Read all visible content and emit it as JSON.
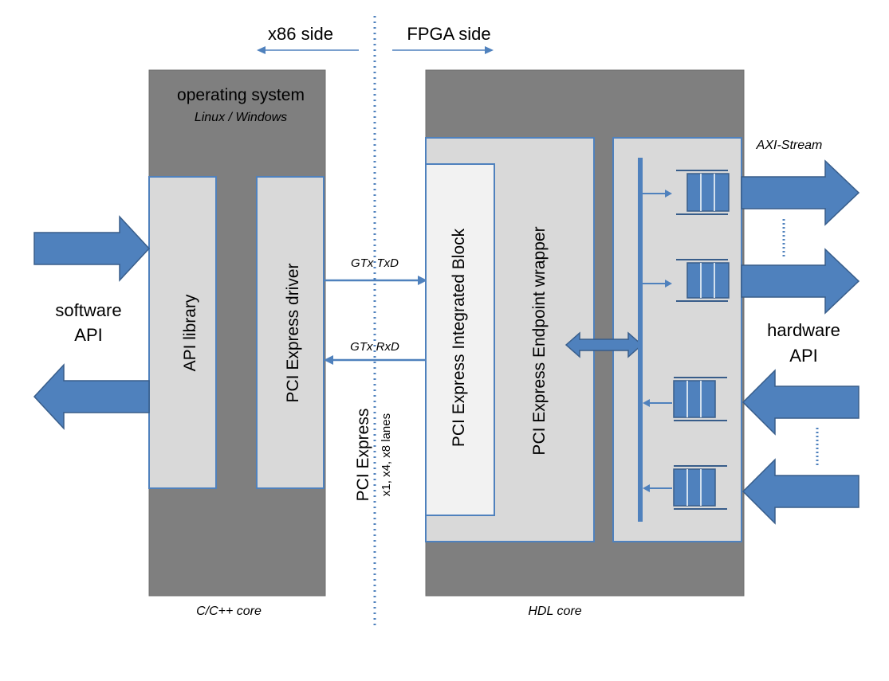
{
  "header": {
    "x86_side": "x86 side",
    "fpga_side": "FPGA side"
  },
  "host": {
    "title": "operating system",
    "subtitle": "Linux / Windows",
    "api_library": "API library",
    "pcie_driver": "PCI Express driver",
    "footer": "C/C++ core",
    "software_api_line1": "software",
    "software_api_line2": "API"
  },
  "link": {
    "tx_label": "GTx TxD",
    "rx_label": "GTx RxD",
    "bus_name": "PCI Express",
    "lanes": "x1, x4, x8 lanes"
  },
  "fpga": {
    "integrated_block": "PCI Express Integrated Block",
    "endpoint_wrapper": "PCI Express Endpoint wrapper",
    "axi_stream": "AXI-Stream",
    "hardware_api_line1": "hardware",
    "hardware_api_line2": "API",
    "footer": "HDL core"
  },
  "colors": {
    "dark_box": "#7f7f7f",
    "light_box": "#d9d9d9",
    "inner_box": "#f2f2f2",
    "arrow_fill": "#4f81bd",
    "arrow_stroke": "#385d8a",
    "fifo_fill": "#4f81bd",
    "divider": "#4f81bd"
  }
}
